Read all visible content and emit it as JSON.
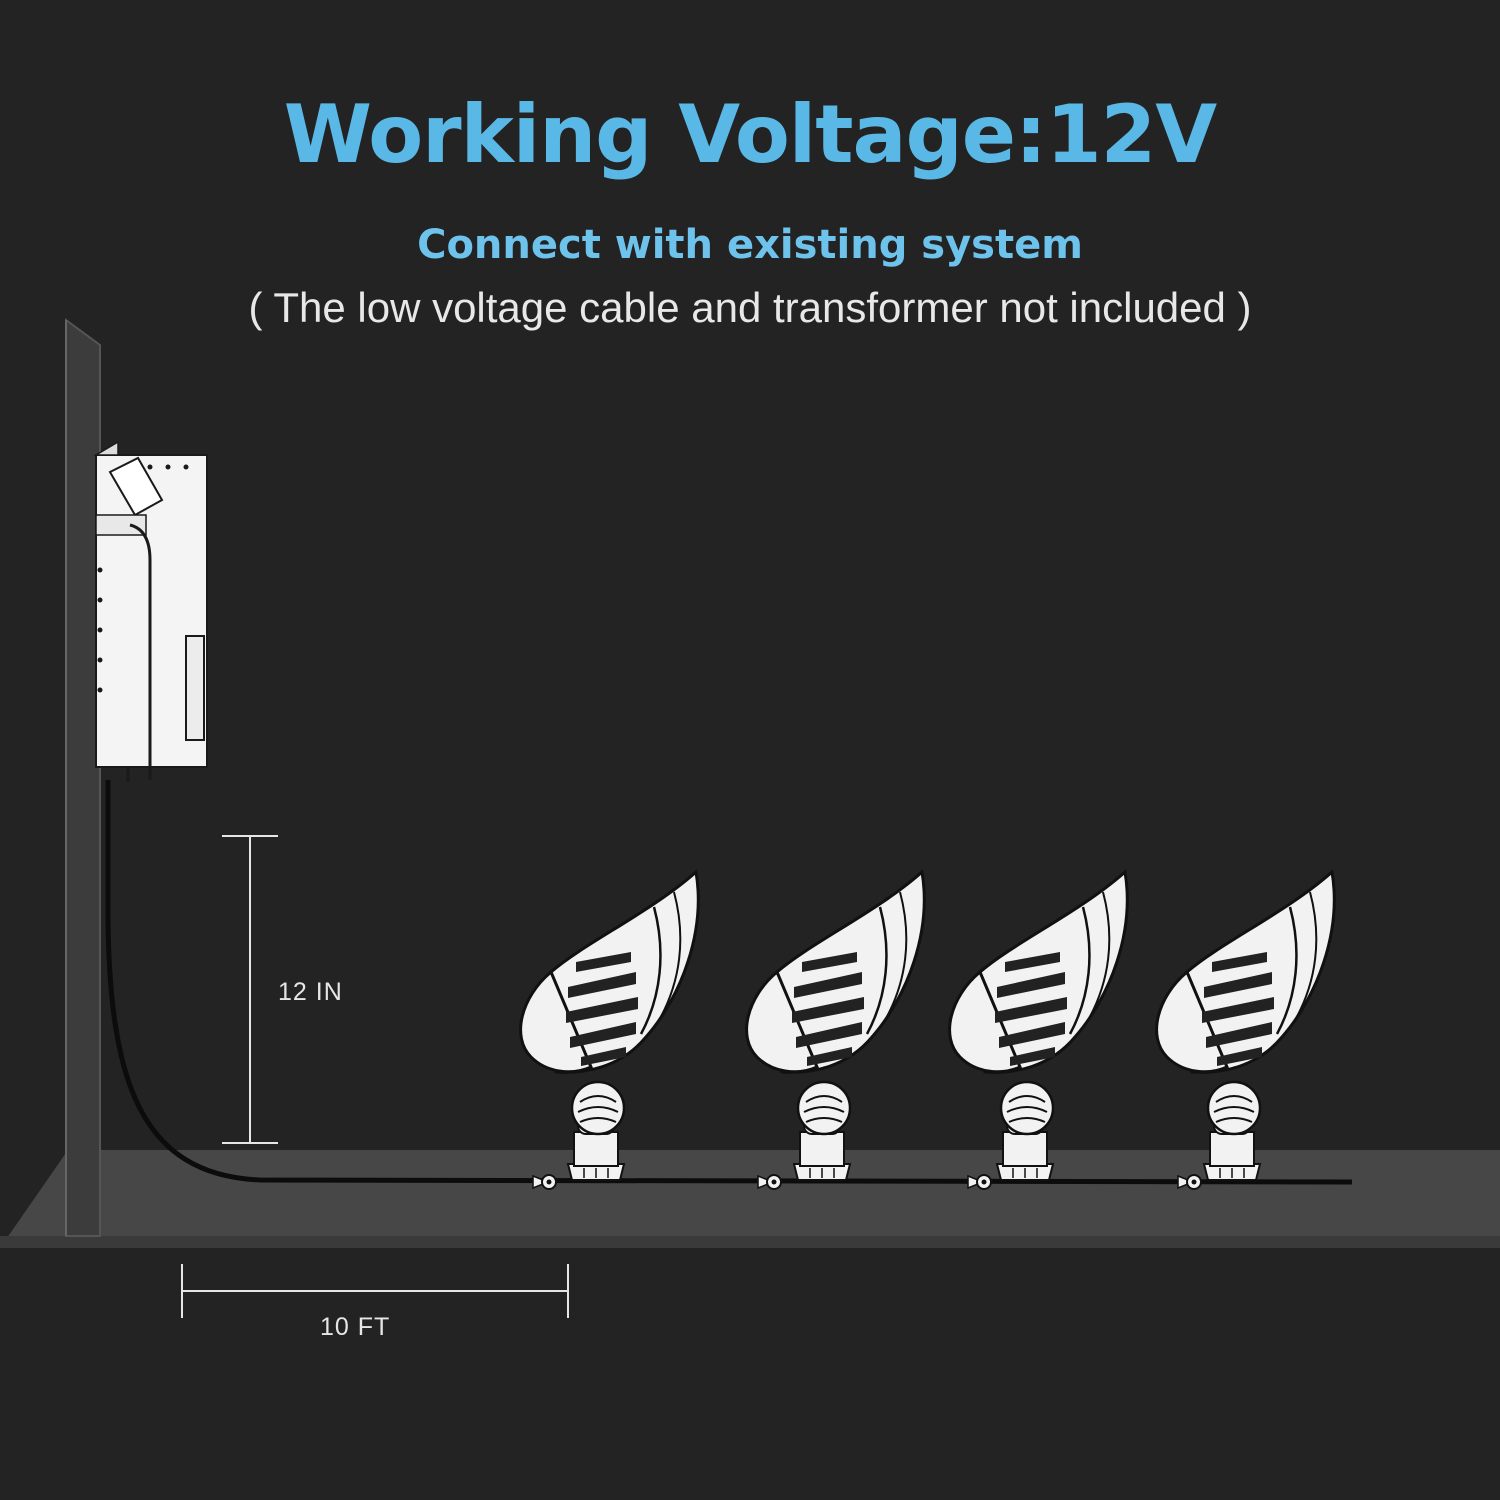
{
  "title": "Working Voltage:12V",
  "subtitle": "Connect with existing system",
  "note": "( The low voltage cable and transformer not included )",
  "dimensions": {
    "height_label": "12 IN",
    "distance_label": "10 FT"
  },
  "colors": {
    "background": "#232323",
    "title": "#5ab8e6",
    "subtitle": "#6ec3ec",
    "ground": "#474747",
    "wall": "#3c3c3c",
    "fixture": "#f2f2f2",
    "cable": "#0c0c0c"
  },
  "objects": {
    "transformer": "low-voltage-transformer",
    "fixtures": [
      "spotlight",
      "spotlight",
      "spotlight",
      "spotlight"
    ]
  }
}
